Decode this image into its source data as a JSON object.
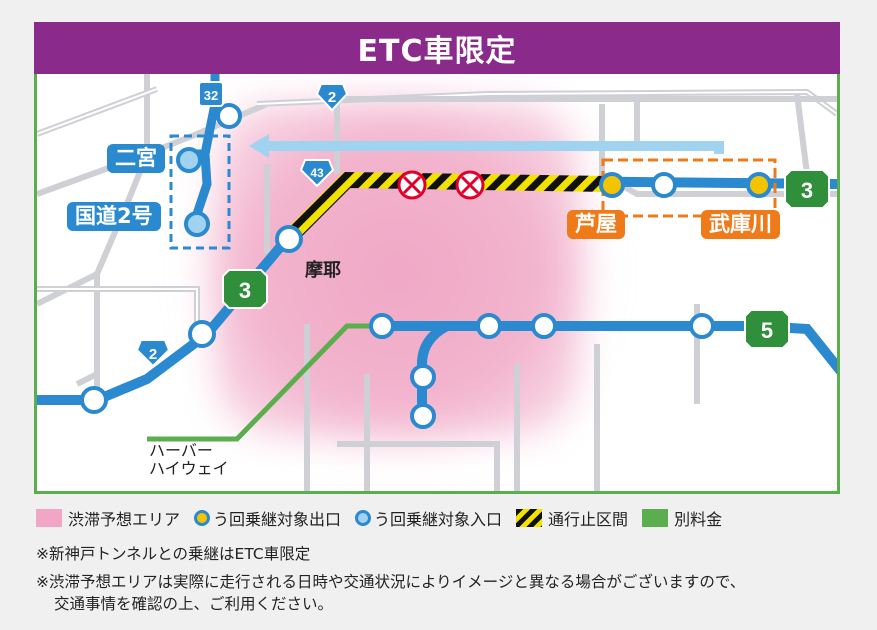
{
  "header": {
    "title": "ETC車限定"
  },
  "map": {
    "stations": {
      "nino": "二宮",
      "kokudo2": "国道2号",
      "ashiya": "芦屋",
      "mukogawa": "武庫川",
      "maya": "摩耶"
    },
    "harbor_label": "ハーバー\nハイウェイ",
    "route_numbers": {
      "r32": "32",
      "r2_top": "2",
      "r43": "43",
      "r2_low": "2",
      "r3_right": "3",
      "r3_mid": "3",
      "r5": "5"
    }
  },
  "legend": {
    "congestion": "渋滞予想エリア",
    "exit": "う回乗継対象出口",
    "entrance": "う回乗継対象入口",
    "closed": "通行止区間",
    "toll": "別料金"
  },
  "notes": [
    "※新神戸トンネルとの乗継はETC車限定",
    "※渋滞予想エリアは実際に走行される日時や交通状況によりイメージと異なる場合がございますので、",
    "交通事情を確認の上、ご利用ください。"
  ],
  "colors": {
    "header": "#8a2a8a",
    "route_blue": "#2a89cf",
    "exit_yellow": "#f5c400",
    "entrance_lightblue": "#9fd3f0",
    "orange": "#ef7a1a",
    "green_route": "#5bae4e",
    "congestion_pink": "#f0a6c4",
    "shield_green": "#2f8f3a"
  }
}
